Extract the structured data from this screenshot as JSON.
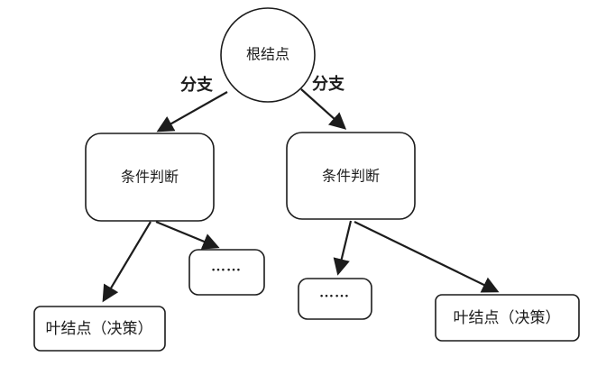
{
  "diagram": {
    "title": "decision-tree-diagram",
    "root": {
      "label": "根结点"
    },
    "branches": {
      "left_label": "分支",
      "right_label": "分支"
    },
    "conditions": {
      "left_label": "条件判断",
      "right_label": "条件判断"
    },
    "ellipsis": {
      "left_label": "……",
      "right_label": "……"
    },
    "leaves": {
      "left_label": "叶结点（决策）",
      "right_label": "叶结点（决策）"
    },
    "colors": {
      "stroke": "#1c1c1c",
      "background": "#ffffff"
    }
  }
}
